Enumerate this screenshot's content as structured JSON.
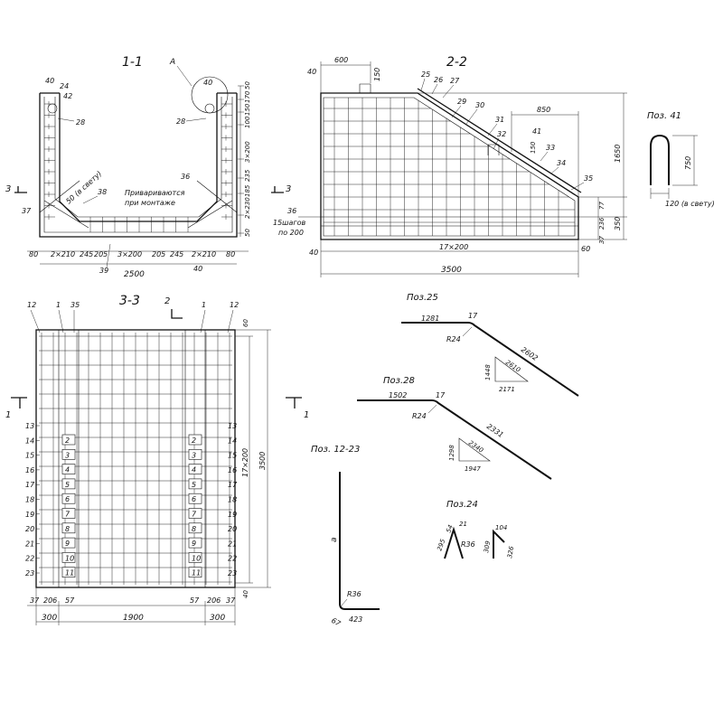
{
  "section_1_1": {
    "title": "1-1",
    "callout_a": "A",
    "marks": {
      "m40a": "40",
      "m24": "24",
      "m42": "42",
      "m28a": "28",
      "m40b": "40",
      "m28b": "28",
      "m36": "36",
      "m37": "37",
      "m38": "38",
      "m39": "39",
      "m40c": "40"
    },
    "light_label": "50 (в свету)",
    "weld_note_1": "Привариваются",
    "weld_note_2": "при монтаже",
    "right_dims": [
      "50",
      "170",
      "150",
      "100",
      "3×200",
      "235",
      "185",
      "2×230",
      "50"
    ],
    "bottom_dims": [
      "80",
      "2×210",
      "245",
      "205",
      "3×200",
      "205",
      "245",
      "2×210",
      "80"
    ],
    "total": "2500",
    "section_mark": "3"
  },
  "section_2_2": {
    "title": "2-2",
    "top_dims": {
      "d40": "40",
      "d600": "600",
      "d150": "150",
      "d850": "850",
      "d150b": "150"
    },
    "marks": {
      "m25": "25",
      "m26": "26",
      "m27": "27",
      "m29": "29",
      "m30": "30",
      "m31": "31",
      "m32": "32",
      "m41": "41",
      "m33": "33",
      "m34": "34",
      "m35": "35",
      "m36": "36"
    },
    "right_dims": {
      "h": "1650",
      "d77": "77",
      "d236": "236",
      "d37": "37",
      "d350": "350"
    },
    "steps_note_1": "15шагов",
    "steps_note_2": "по 200",
    "bottom_dims": {
      "d40": "40",
      "d17x200": "17×200",
      "d60": "60",
      "total": "3500"
    },
    "section_mark": "3"
  },
  "section_3_3": {
    "title": "3-3",
    "top_marks": {
      "m12a": "12",
      "m1a": "1",
      "m35": "35",
      "m2": "2",
      "m1b": "1",
      "m12b": "12"
    },
    "left_marks": [
      "13",
      "14",
      "15",
      "16",
      "17",
      "18",
      "19",
      "20",
      "21",
      "22",
      "23"
    ],
    "right_marks": [
      "13",
      "14",
      "15",
      "16",
      "17",
      "18",
      "19",
      "20",
      "21",
      "22",
      "23"
    ],
    "inner_marks": [
      "2",
      "3",
      "4",
      "5",
      "6",
      "7",
      "8",
      "9",
      "10",
      "11"
    ],
    "section_mark": "1",
    "right_dims": {
      "d60": "60",
      "d17x200": "17×200",
      "total": "3500",
      "d40": "40"
    },
    "bottom_dims": {
      "d37": "37",
      "d206": "206",
      "d57": "57",
      "d57b": "57",
      "d206b": "206",
      "d37b": "37"
    },
    "overall": {
      "d300": "300",
      "d1900": "1900",
      "d300b": "300"
    }
  },
  "poz_25": {
    "title": "Поз.25",
    "d1281": "1281",
    "d17": "17",
    "r24": "R24",
    "d2602": "2602",
    "d1448": "1448",
    "d2610": "2610",
    "d2171": "2171"
  },
  "poz_28": {
    "title": "Поз.28",
    "d1502": "1502",
    "d17": "17",
    "r24": "R24",
    "d2331": "2331",
    "d1298": "1298",
    "d2340": "2340",
    "d1947": "1947"
  },
  "poz_12_23": {
    "title": "Поз. 12-23",
    "a": "a",
    "r36": "R36",
    "d67": "67",
    "d423": "423"
  },
  "poz_24": {
    "title": "Поз.24",
    "d295": "295",
    "d54": "54",
    "d21": "21",
    "r36": "R36",
    "d309": "309",
    "d104": "104",
    "d326": "326"
  },
  "poz_41": {
    "title": "Поз. 41",
    "d750": "750",
    "light": "120 (в свету)"
  }
}
